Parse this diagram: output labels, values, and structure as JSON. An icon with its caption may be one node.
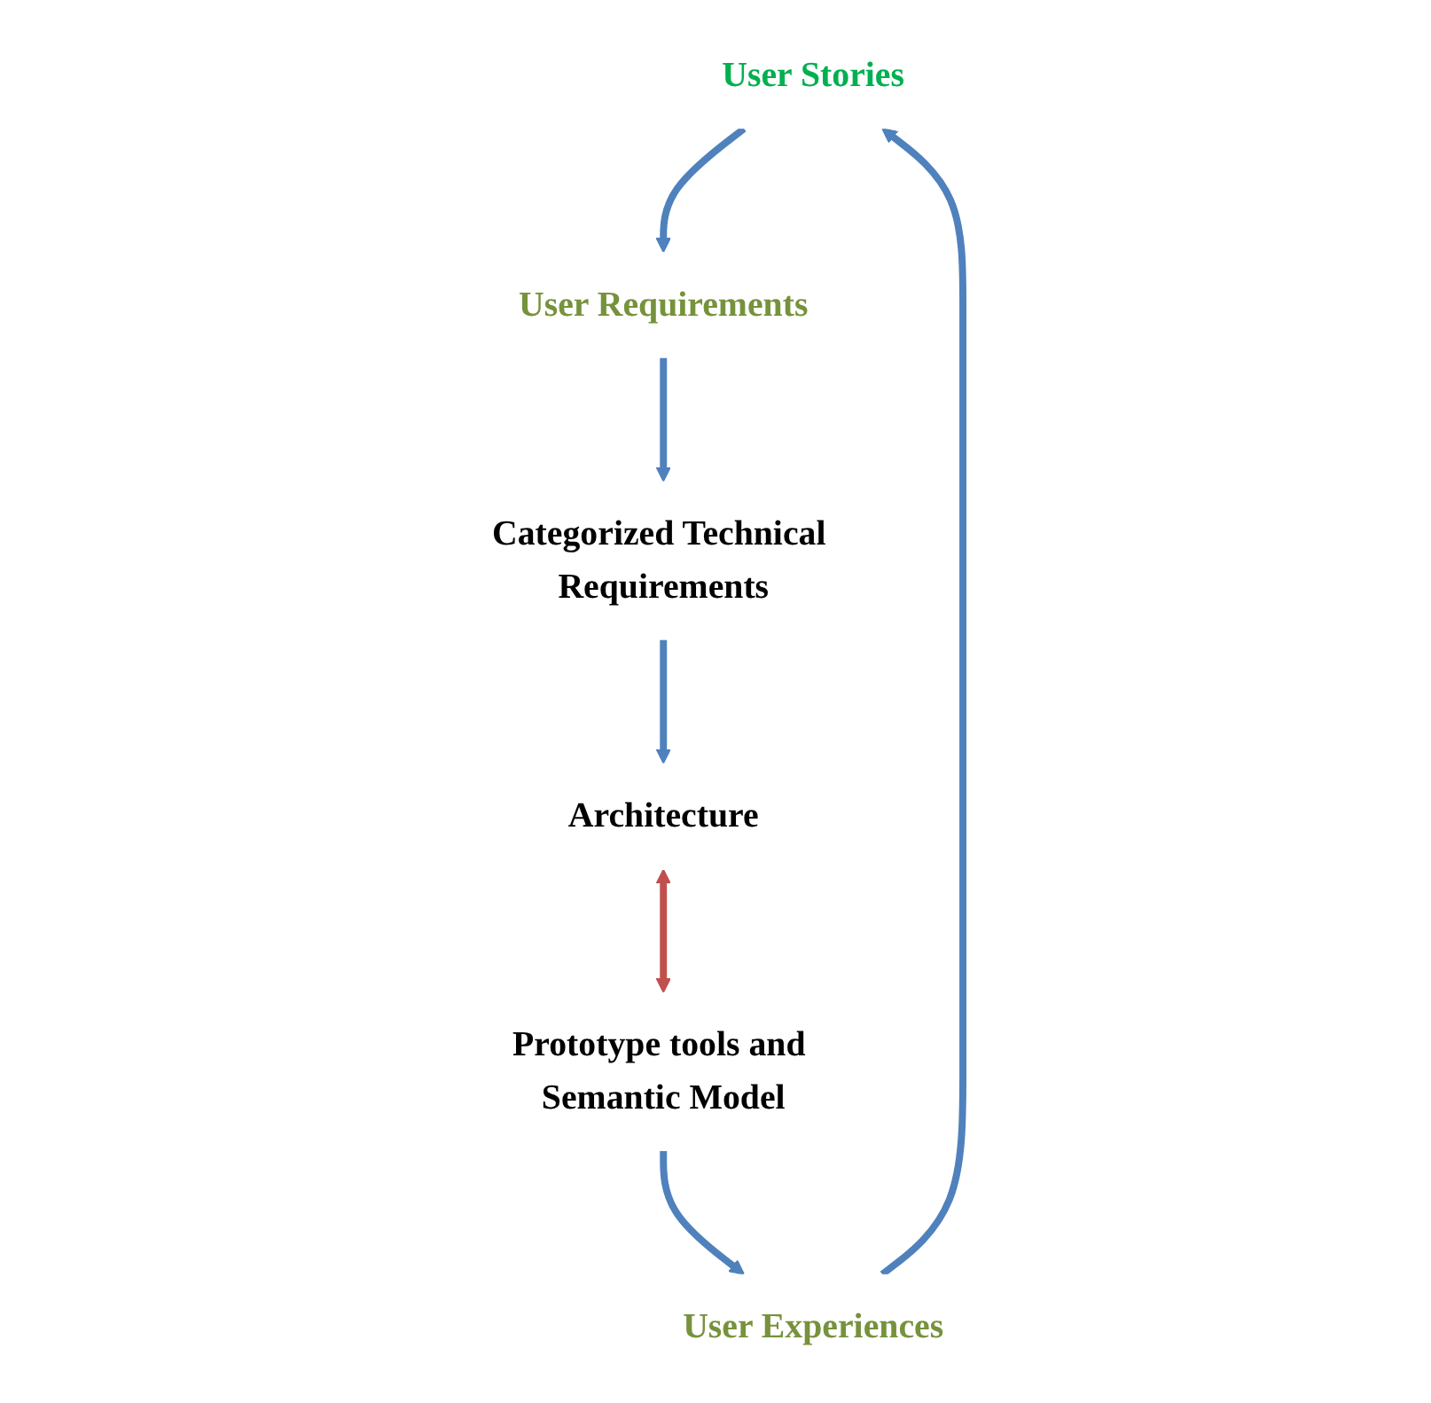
{
  "diagram": {
    "nodes": [
      {
        "text": [
          "User Stories"
        ]
      },
      {
        "text": [
          "User Requirements"
        ]
      },
      {
        "text": [
          "Categorized Technical Requirements"
        ]
      },
      {
        "text": [
          "Architecture"
        ]
      },
      {
        "text": [
          "Prototype tools and Semantic Model"
        ]
      },
      {
        "text": [
          "User Experiences"
        ]
      }
    ],
    "edges": [
      {
        "from": 0,
        "to": 1,
        "arrow": "to"
      },
      {
        "from": 1,
        "to": 2,
        "arrow": "to"
      },
      {
        "from": 2,
        "to": 3,
        "arrow": "to"
      },
      {
        "from": 3,
        "to": 4,
        "arrow": "both",
        "color": "#c0504d"
      },
      {
        "from": 4,
        "to": 5,
        "arrow": "to"
      },
      {
        "from": 5,
        "to": 0,
        "arrow": "to"
      }
    ]
  }
}
